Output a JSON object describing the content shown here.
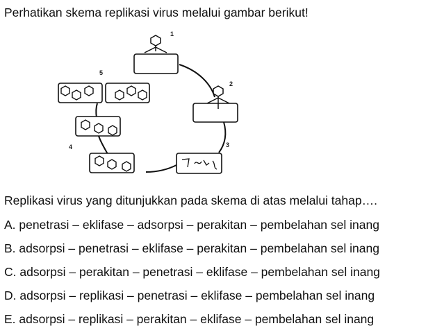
{
  "intro": "Perhatikan skema replikasi virus melalui gambar berikut!",
  "diagram": {
    "step_labels": [
      "1",
      "2",
      "3",
      "4",
      "5"
    ]
  },
  "question": "Replikasi virus yang ditunjukkan pada skema di atas melalui tahap….",
  "options": [
    {
      "letter": "A.",
      "text": "penetrasi – eklifase – adsorpsi – perakitan – pembelahan sel inang"
    },
    {
      "letter": "B.",
      "text": "adsorpsi – penetrasi – eklifase – perakitan – pembelahan sel inang"
    },
    {
      "letter": "C.",
      "text": "adsorpsi – perakitan – penetrasi – eklifase – pembelahan sel inang"
    },
    {
      "letter": "D.",
      "text": "adsorpsi – replikasi – penetrasi – eklifase – pembelahan sel inang"
    },
    {
      "letter": "E.",
      "text": "adsorpsi – replikasi – perakitan – eklifase – pembelahan sel inang"
    }
  ]
}
